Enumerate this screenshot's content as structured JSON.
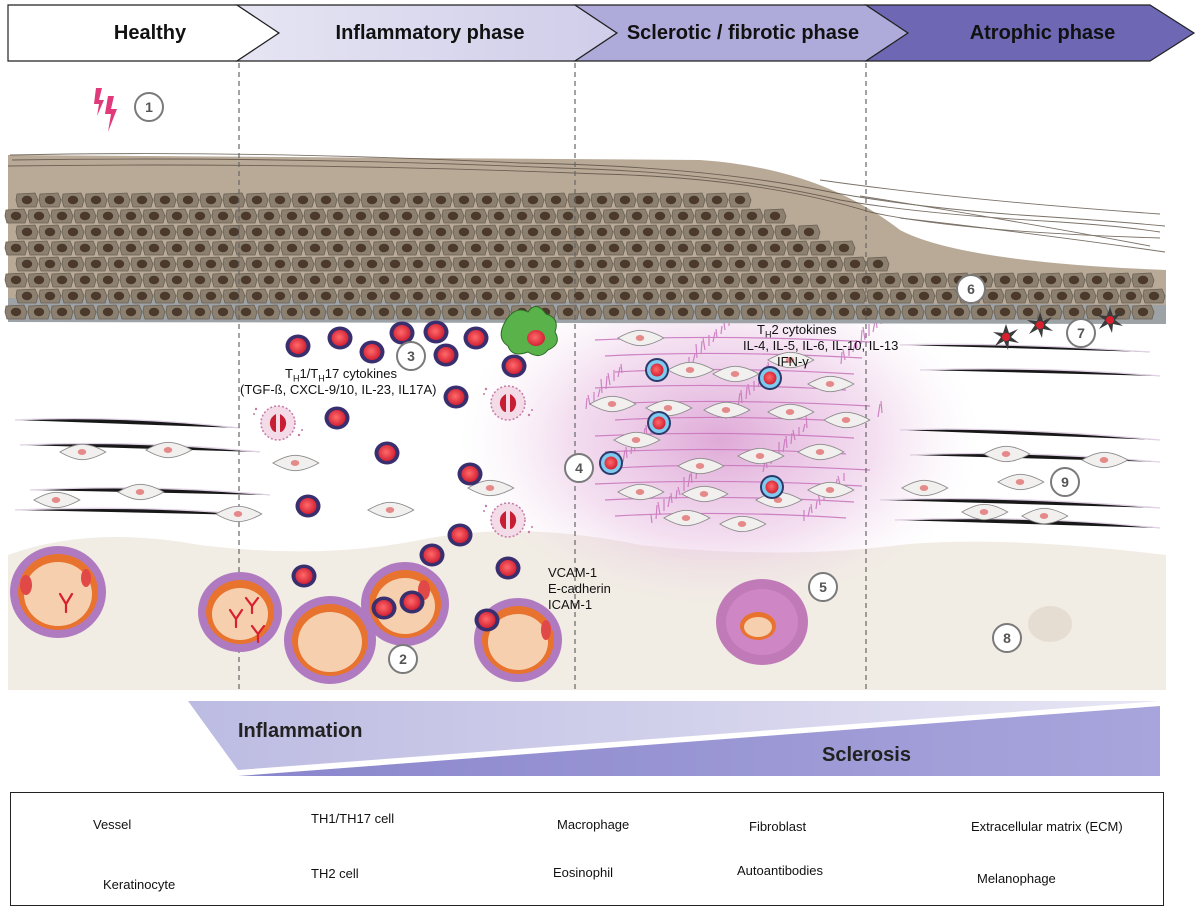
{
  "phases": [
    "Healthy",
    "Inflammatory phase",
    "Sclerotic / fibrotic phase",
    "Atrophic phase"
  ],
  "markers": [
    "1",
    "2",
    "3",
    "4",
    "5",
    "6",
    "7",
    "8",
    "9"
  ],
  "cytokines": {
    "th1": {
      "sub_t": "H",
      "line1_a": "T",
      "line1_b": "1/T",
      "line1_c": "17 cytokines",
      "line2": "(TGF-ß, CXCL-9/10, IL-23, IL17A)"
    },
    "th2": {
      "line1_a": "T",
      "sub_t": "H",
      "line1_b": "2 cytokines",
      "line2": "IL-4, IL-5, IL-6, IL-10, IL-13",
      "line3": "IFN-γ"
    },
    "adhesion": [
      "VCAM-1",
      "E-cadherin",
      "ICAM-1"
    ]
  },
  "gradients": {
    "inflammation": "Inflammation",
    "sclerosis": "Sclerosis"
  },
  "legend": {
    "vessel": "Vessel",
    "keratinocyte": "Keratinocyte",
    "th1": "TH1/TH17 cell",
    "th2": "TH2 cell",
    "macrophage": "Macrophage",
    "eosinophil": "Eosinophil",
    "fibroblast": "Fibroblast",
    "autoantibodies": "Autoantibodies",
    "ecm": "Extracellular matrix (ECM)",
    "melanophage": "Melanophage"
  },
  "colors": {
    "healthy": "#ffffff",
    "inflammatory": "#d6d5ec",
    "sclerotic": "#a9a6d6",
    "atrophic": "#6e68b4",
    "keratinocyte": "#8c8070",
    "nucleus": "#4b3a2c",
    "th1_ring": "#3a2f6e",
    "cell_red": "#e0223a",
    "th2_ring": "#6fc0e6",
    "ecm": "#cf86c4",
    "vessel_ring": "#b07ac0",
    "vessel_fill": "#f6d0ae",
    "dermis": "#f1ece4"
  }
}
